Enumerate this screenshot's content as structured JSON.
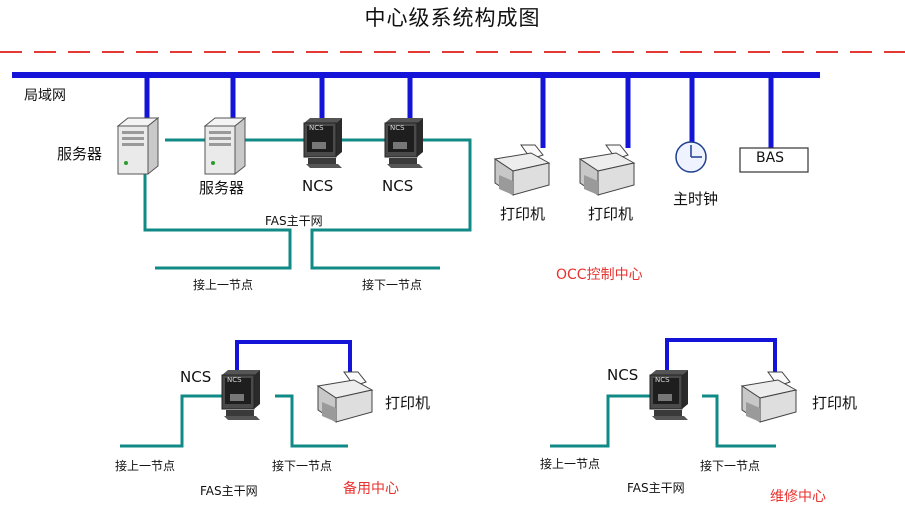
{
  "title": "中心级系统构成图",
  "lan_label": "局域网",
  "occ": {
    "server1_label": "服务器",
    "server2_label": "服务器",
    "ncs1_label": "NCS",
    "ncs2_label": "NCS",
    "printer1_label": "打印机",
    "printer2_label": "打印机",
    "clock_label": "主时钟",
    "bas_label": "BAS",
    "fas_label": "FAS主干网",
    "prev_node_label": "接上一节点",
    "next_node_label": "接下一节点",
    "center_label": "OCC控制中心"
  },
  "backup": {
    "ncs_label": "NCS",
    "printer_label": "打印机",
    "prev_node_label": "接上一节点",
    "next_node_label": "接下一节点",
    "fas_label": "FAS主干网",
    "center_label": "备用中心"
  },
  "maintenance": {
    "ncs_label": "NCS",
    "printer_label": "打印机",
    "prev_node_label": "接上一节点",
    "next_node_label": "接下一节点",
    "fas_label": "FAS主干网",
    "center_label": "维修中心"
  },
  "ncs_screen_text": "NCS",
  "colors": {
    "lan_blue": "#1414d8",
    "fas_teal": "#0f8a86",
    "dash_red": "#e53935",
    "label_red": "#e8322f"
  }
}
